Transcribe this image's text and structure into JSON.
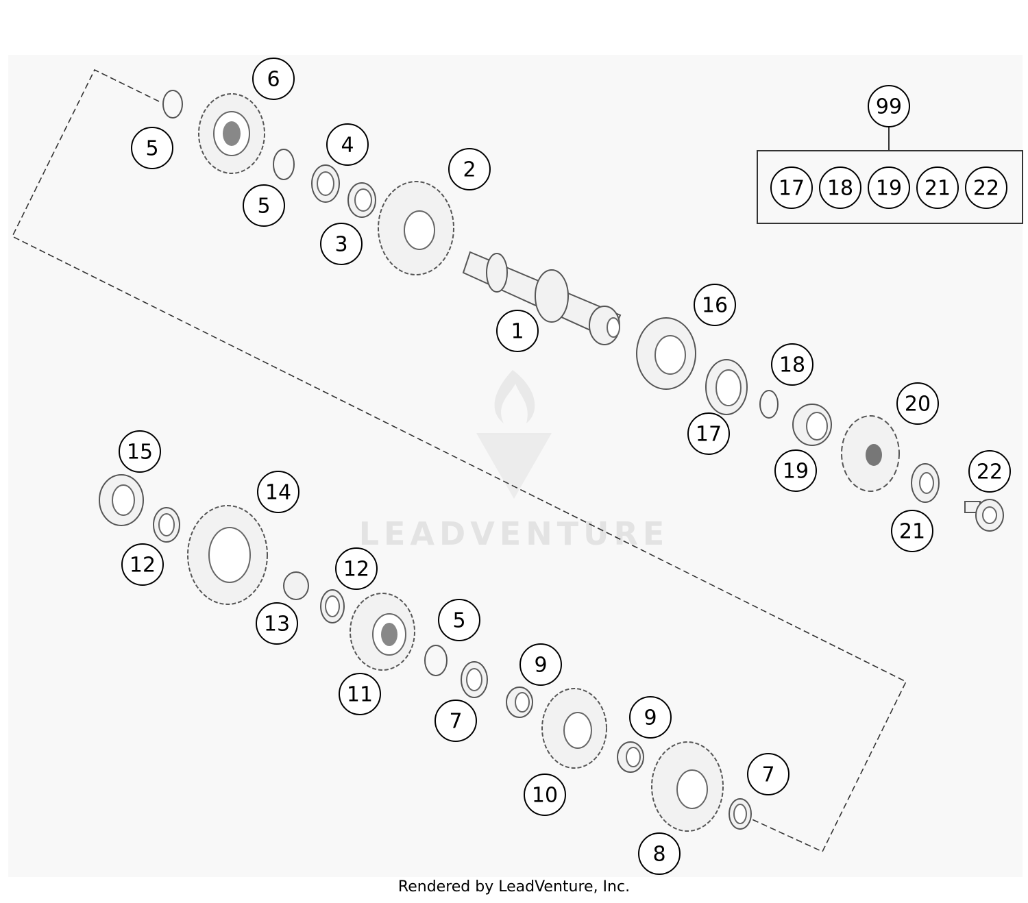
{
  "diagram": {
    "kit_number": "99",
    "kit_contents": [
      "17",
      "18",
      "19",
      "21",
      "22"
    ],
    "part_labels": [
      "1",
      "2",
      "3",
      "4",
      "5",
      "5",
      "5",
      "6",
      "7",
      "7",
      "8",
      "9",
      "9",
      "10",
      "11",
      "12",
      "12",
      "13",
      "14",
      "15",
      "16",
      "17",
      "18",
      "19",
      "20",
      "21",
      "22"
    ]
  },
  "watermark": {
    "brand": "LEADVENTURE"
  },
  "footer": {
    "credit": "Rendered by LeadVenture, Inc."
  }
}
